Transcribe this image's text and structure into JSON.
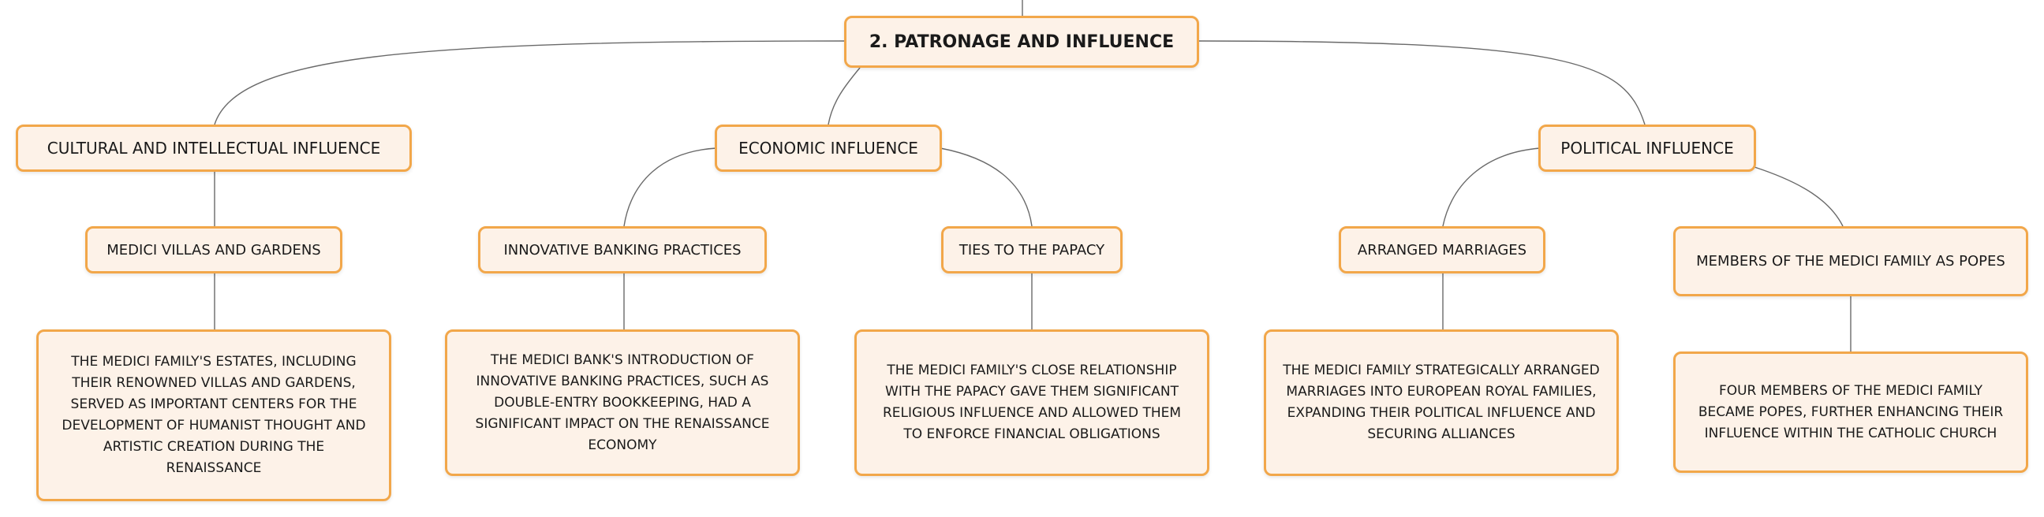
{
  "root": {
    "label": "2. Patronage and Influence"
  },
  "branches": [
    {
      "label": "Cultural and Intellectual Influence",
      "children": [
        {
          "label": "Medici Villas and Gardens",
          "detail": "The Medici family's estates, including their renowned villas and gardens, served as important centers for the development of humanist thought and artistic creation during the Renaissance"
        }
      ]
    },
    {
      "label": "Economic Influence",
      "children": [
        {
          "label": "Innovative Banking Practices",
          "detail": "The Medici Bank's introduction of innovative banking practices, such as double-entry bookkeeping, had a significant impact on the Renaissance economy"
        },
        {
          "label": "Ties to the Papacy",
          "detail": "The Medici family's close relationship with the papacy gave them significant religious influence and allowed them to enforce financial obligations"
        }
      ]
    },
    {
      "label": "Political Influence",
      "children": [
        {
          "label": "Arranged Marriages",
          "detail": "The Medici family strategically arranged marriages into European royal families, expanding their political influence and securing alliances"
        },
        {
          "label": "Members of the Medici Family as Popes",
          "detail": "Four members of the Medici family became popes, further enhancing their influence within the Catholic Church"
        }
      ]
    }
  ]
}
